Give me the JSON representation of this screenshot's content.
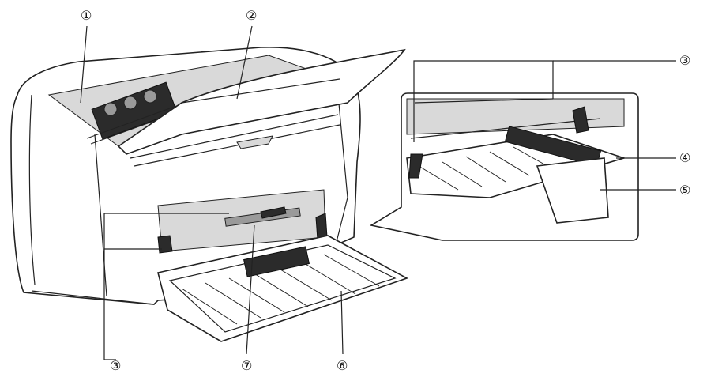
{
  "callouts": [
    {
      "id": "c1",
      "text": "①"
    },
    {
      "id": "c2",
      "text": "②"
    },
    {
      "id": "c3a",
      "text": "③"
    },
    {
      "id": "c3b",
      "text": "③"
    },
    {
      "id": "c4",
      "text": "④"
    },
    {
      "id": "c5",
      "text": "⑤"
    },
    {
      "id": "c6",
      "text": "⑥"
    },
    {
      "id": "c7",
      "text": "⑦"
    }
  ]
}
